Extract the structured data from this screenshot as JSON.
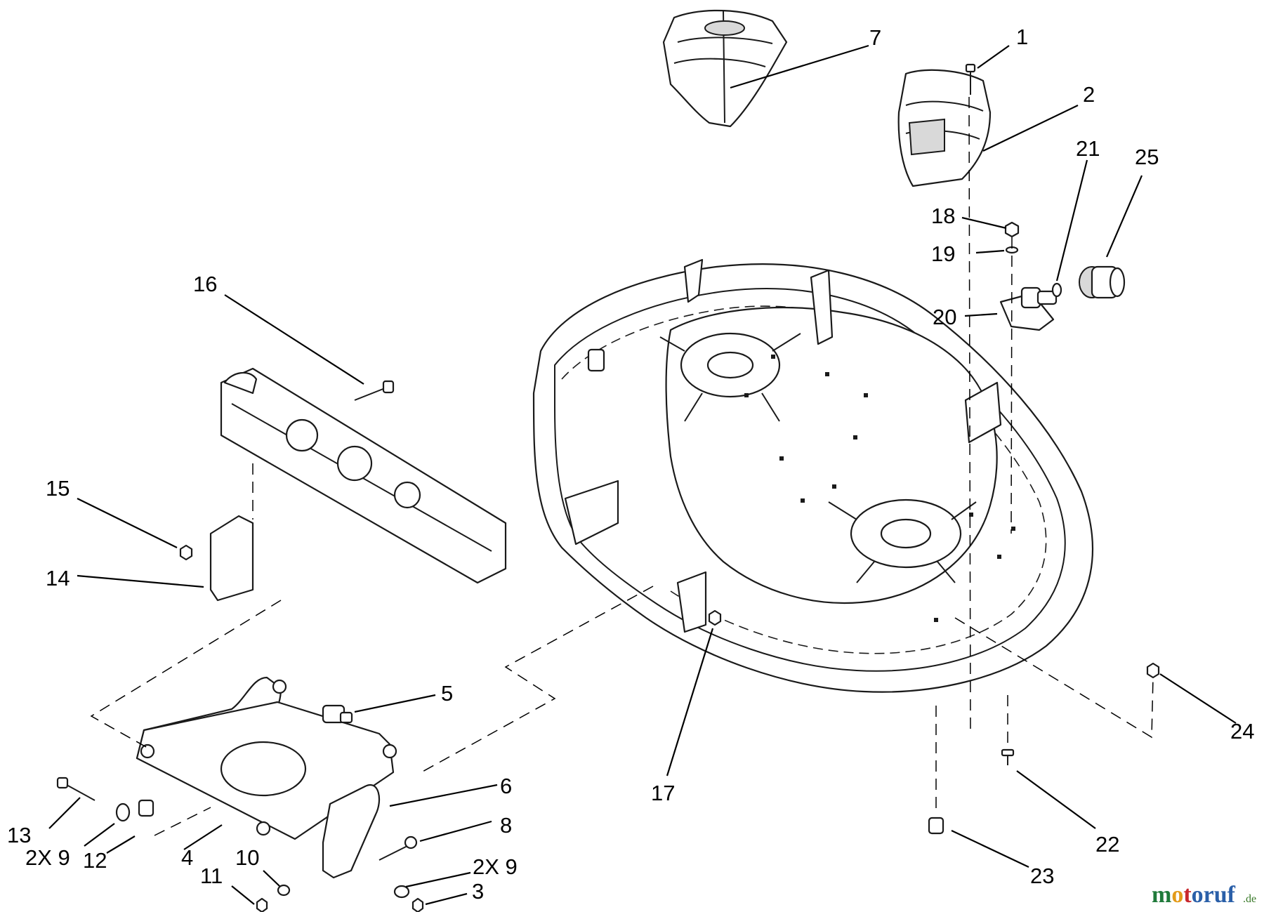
{
  "diagram": {
    "callouts": [
      {
        "id": "c1",
        "text": "1"
      },
      {
        "id": "c2",
        "text": "2"
      },
      {
        "id": "c3",
        "text": "3"
      },
      {
        "id": "c4",
        "text": "4"
      },
      {
        "id": "c5",
        "text": "5"
      },
      {
        "id": "c6",
        "text": "6"
      },
      {
        "id": "c7",
        "text": "7"
      },
      {
        "id": "c8",
        "text": "8"
      },
      {
        "id": "c9a",
        "text": "2X 9"
      },
      {
        "id": "c9b",
        "text": "2X 9"
      },
      {
        "id": "c10",
        "text": "10"
      },
      {
        "id": "c11",
        "text": "11"
      },
      {
        "id": "c12",
        "text": "12"
      },
      {
        "id": "c13",
        "text": "13"
      },
      {
        "id": "c14",
        "text": "14"
      },
      {
        "id": "c15",
        "text": "15"
      },
      {
        "id": "c16",
        "text": "16"
      },
      {
        "id": "c17",
        "text": "17"
      },
      {
        "id": "c18",
        "text": "18"
      },
      {
        "id": "c19",
        "text": "19"
      },
      {
        "id": "c20",
        "text": "20"
      },
      {
        "id": "c21",
        "text": "21"
      },
      {
        "id": "c22",
        "text": "22"
      },
      {
        "id": "c23",
        "text": "23"
      },
      {
        "id": "c24",
        "text": "24"
      },
      {
        "id": "c25",
        "text": "25"
      }
    ]
  },
  "watermark": {
    "logo_text": "motoruf",
    "domain_suffix": ".de",
    "colors": {
      "m": "#1f7a3a",
      "o": "#e39b1a",
      "t": "#c8272d",
      "rest": "#2a5fa8"
    }
  }
}
